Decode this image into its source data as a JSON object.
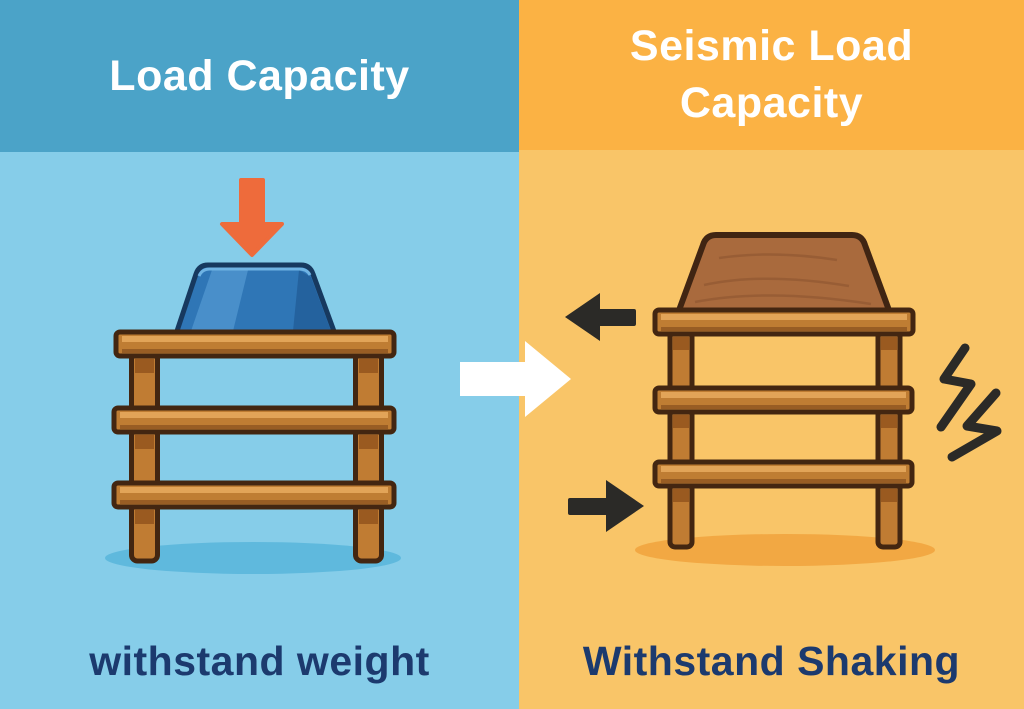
{
  "colors": {
    "left_header_bg": "#4BA3C8",
    "left_body_bg": "#86CDE9",
    "left_shadow": "#5FB9DD",
    "right_header_bg": "#FBB244",
    "right_body_bg": "#F9C568",
    "right_shadow": "#F2A843",
    "title_text": "#FFFFFF",
    "caption_text": "#1C3A6E",
    "down_arrow": "#EE6B3B",
    "divider_arrow": "#FFFFFF",
    "shake_arrow": "#2B2A27",
    "weight_fill": "#2F76B6",
    "wood_fill": "#BF7D33",
    "tabletop_fill": "#A96A3D"
  },
  "left_panel": {
    "title": "Load Capacity",
    "caption": "withstand weight"
  },
  "right_panel": {
    "title_lines": [
      "Seismic Load",
      "Capacity"
    ],
    "caption": "Withstand Shaking"
  },
  "icons": {
    "force_down_arrow": "↓",
    "transition_arrow": "→",
    "shake_left_arrow": "←",
    "shake_right_arrow": "→",
    "vibration_bolts": "ϟϟ"
  }
}
